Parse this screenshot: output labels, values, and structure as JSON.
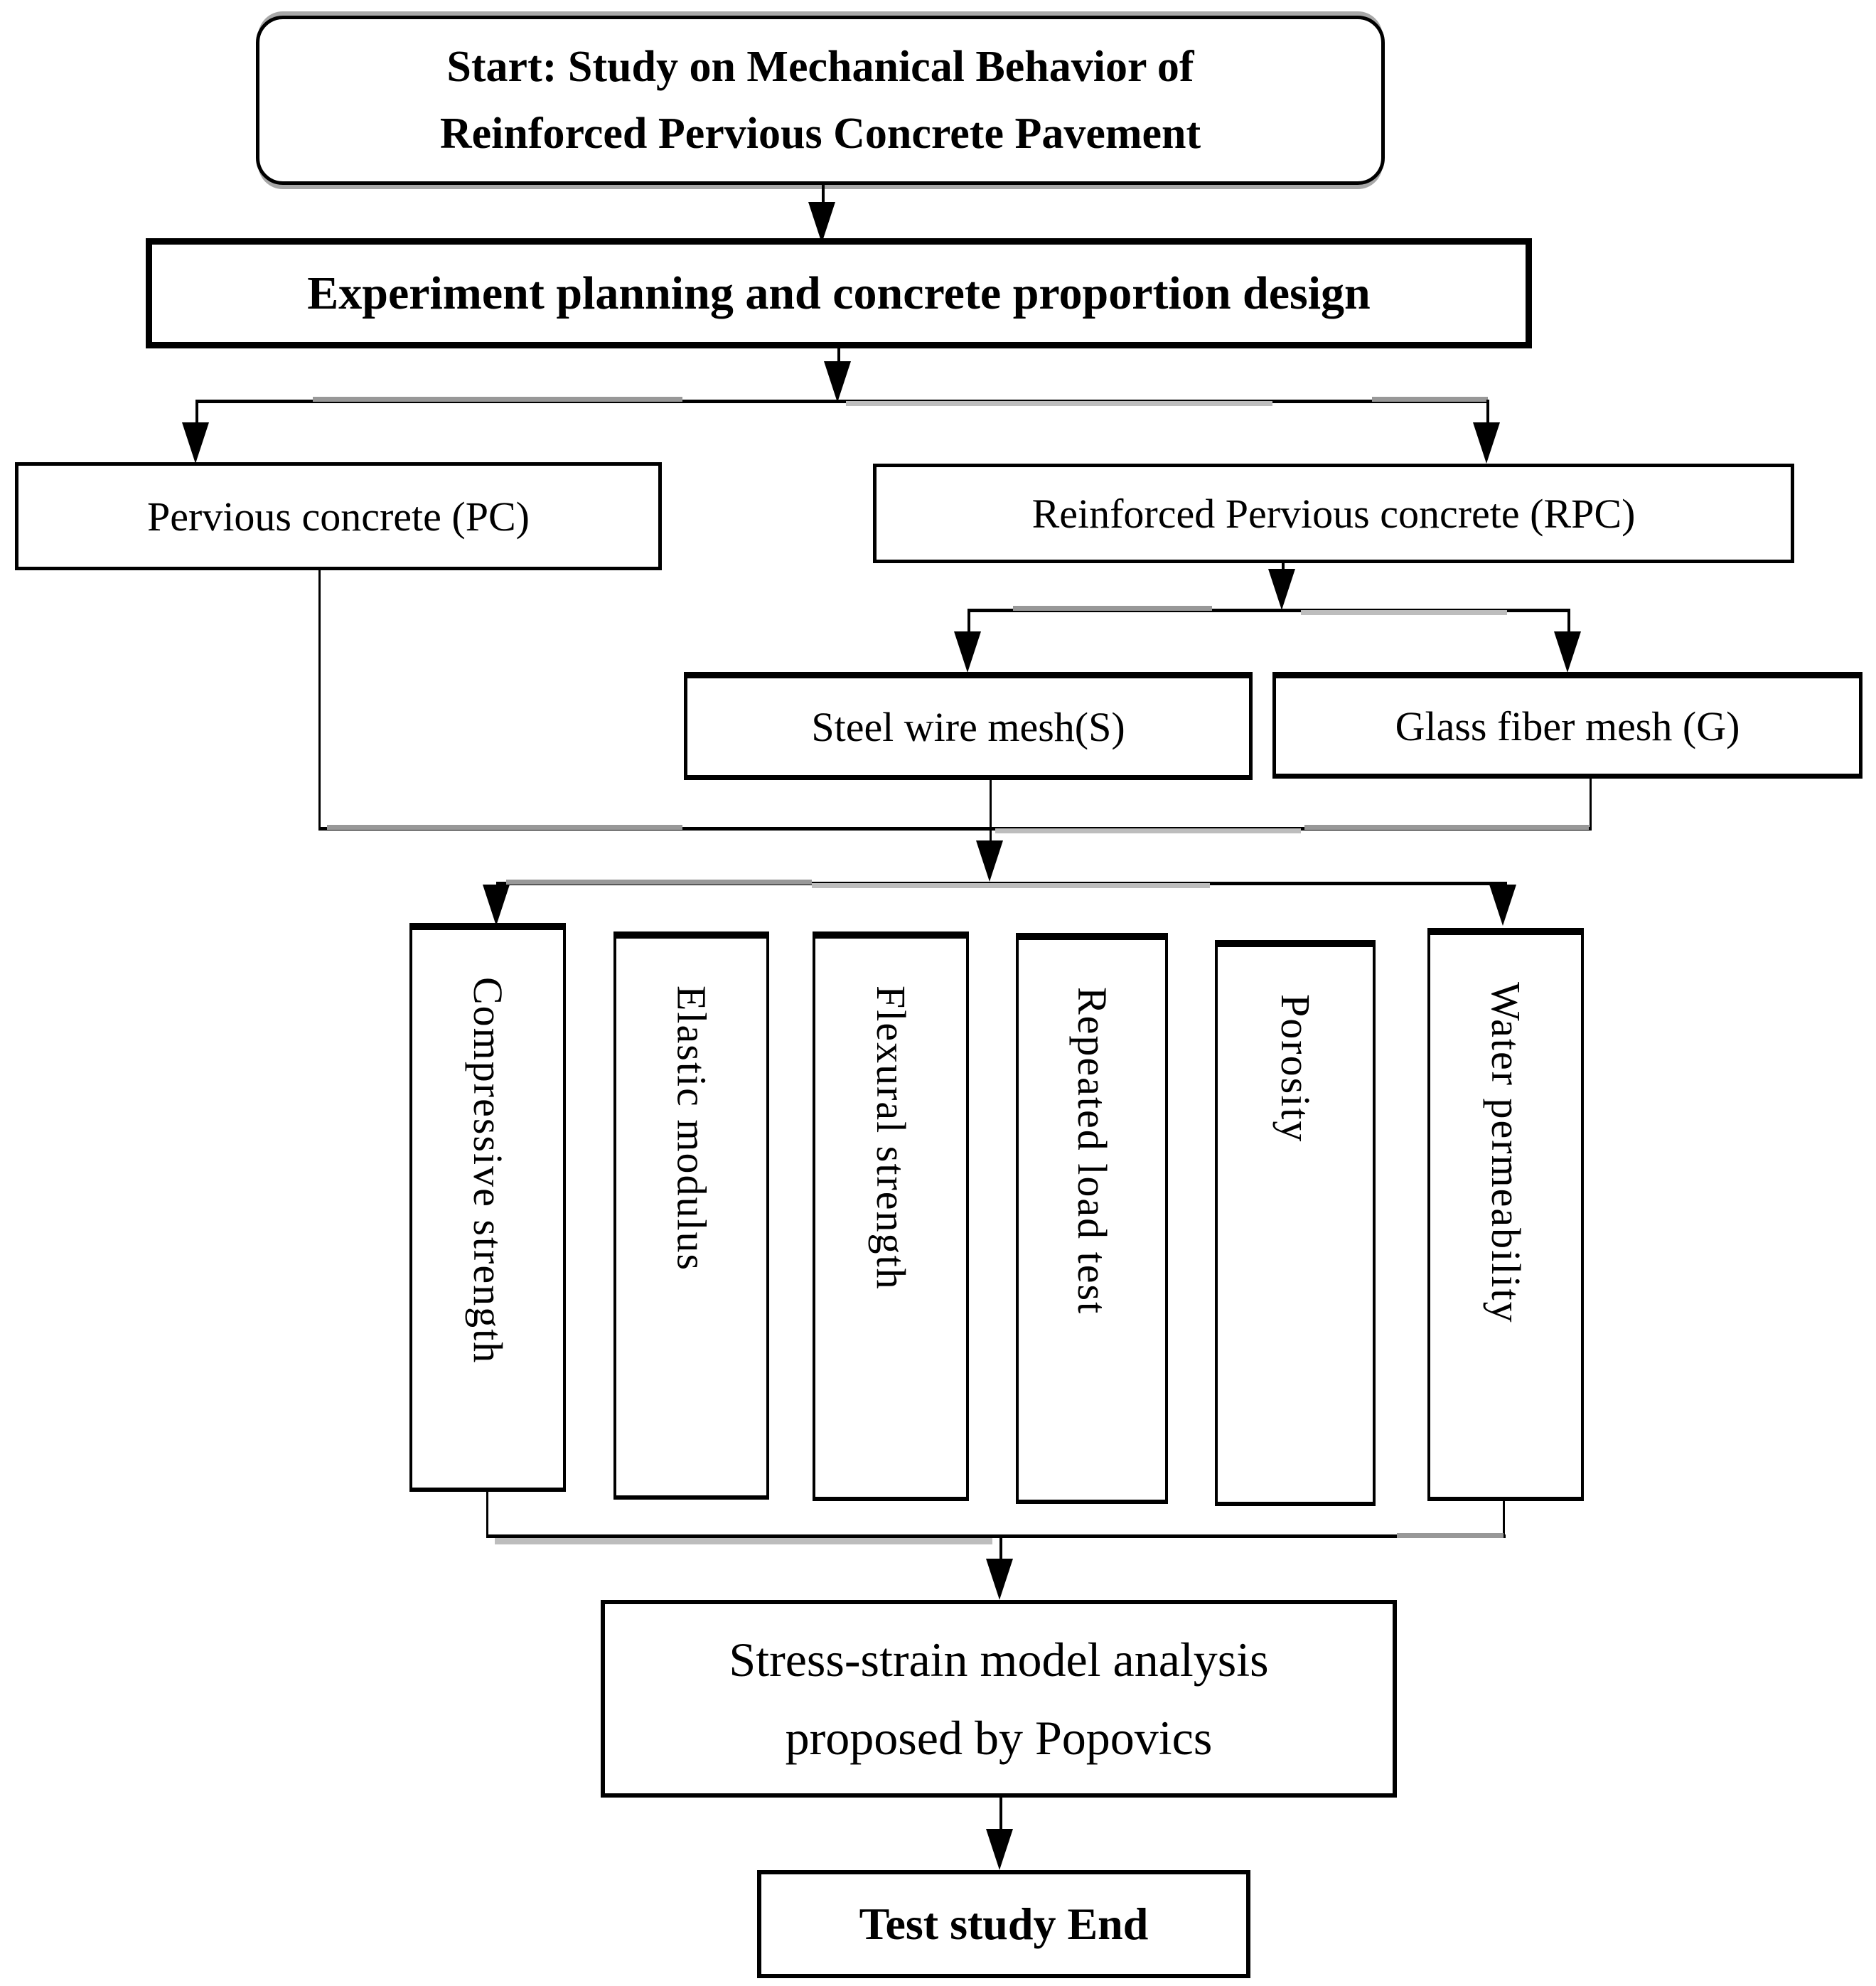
{
  "diagram": {
    "type": "flowchart",
    "colors": {
      "ink": "#000000",
      "paper": "#ffffff",
      "shadow_gray": "#a8a8a8"
    },
    "nodes": {
      "start": {
        "line1": "Start: Study on Mechanical Behavior of",
        "line2": "Reinforced Pervious Concrete Pavement"
      },
      "planning": {
        "label": "Experiment planning and concrete proportion design"
      },
      "pc": {
        "label": "Pervious concrete (PC)"
      },
      "rpc": {
        "label": "Reinforced Pervious concrete (RPC)"
      },
      "steel": {
        "label": "Steel wire mesh(S)"
      },
      "glass": {
        "label": "Glass fiber mesh (G)"
      },
      "tests": [
        "Compressive strength",
        "Elastic modulus",
        "Flexural strength",
        "Repeated load test",
        "Porosity",
        "Water permeability"
      ],
      "popovics": {
        "line1": "Stress-strain model analysis",
        "line2": "proposed by Popovics"
      },
      "end": {
        "label": "Test study End"
      }
    },
    "edges": [
      {
        "from": "start",
        "to": "planning"
      },
      {
        "from": "planning",
        "to": "pc"
      },
      {
        "from": "planning",
        "to": "rpc"
      },
      {
        "from": "rpc",
        "to": "steel"
      },
      {
        "from": "rpc",
        "to": "glass"
      },
      {
        "from": "pc",
        "to": "tests"
      },
      {
        "from": "steel",
        "to": "tests"
      },
      {
        "from": "glass",
        "to": "tests"
      },
      {
        "from": "tests",
        "to": "popovics"
      },
      {
        "from": "popovics",
        "to": "end"
      }
    ]
  }
}
